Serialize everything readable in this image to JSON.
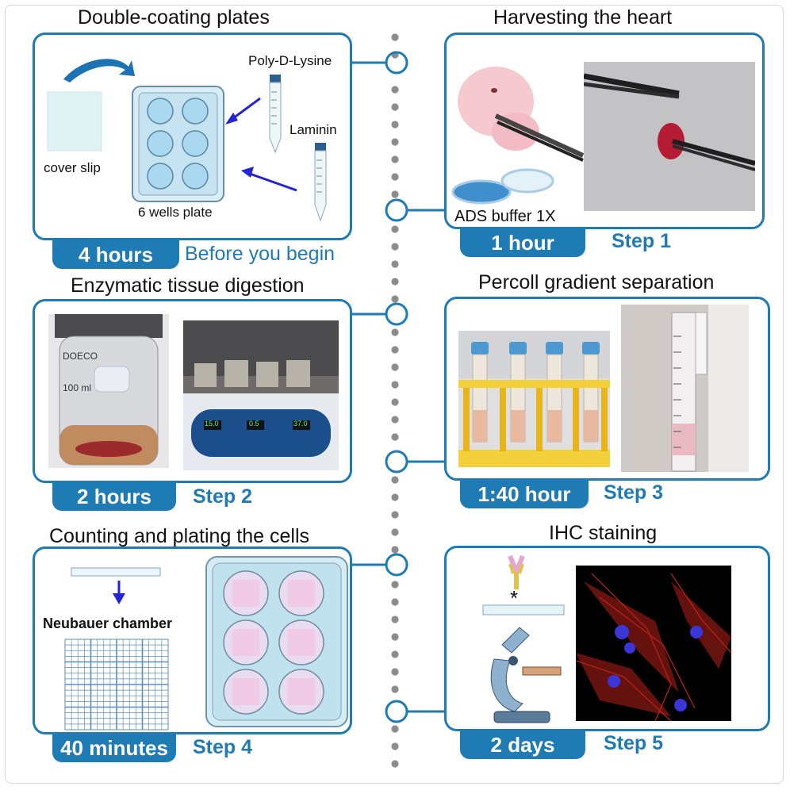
{
  "panels": [
    {
      "title": "Double-coating plates",
      "duration": "4 hours",
      "step": "Before you begin",
      "labels": {
        "poly": "Poly-D-Lysine",
        "laminin": "Laminin",
        "coverslip": "cover slip",
        "plate": "6 wells plate"
      }
    },
    {
      "title": "Harvesting the heart",
      "duration": "1 hour",
      "step": "Step 1",
      "labels": {
        "buffer": "ADS buffer 1X"
      }
    },
    {
      "title": "Enzymatic tissue digestion",
      "duration": "2 hours",
      "step": "Step 2",
      "labels": {
        "jar_brand": "DOECO",
        "jar_volume": "100 ml",
        "display_1": "15.0",
        "display_2": "0.5",
        "display_3": "37.0"
      }
    },
    {
      "title": "Percoll gradient separation",
      "duration": "1:40 hour",
      "step": "Step 3"
    },
    {
      "title": "Counting and plating the cells",
      "duration": "40 minutes",
      "step": "Step 4",
      "labels": {
        "chamber": "Neubauer chamber"
      }
    },
    {
      "title": "IHC staining",
      "duration": "2 days",
      "step": "Step 5"
    }
  ],
  "colors": {
    "accent": "#1f7bb3",
    "divider": "#8c8c8c",
    "arrow": "#2323d8"
  }
}
